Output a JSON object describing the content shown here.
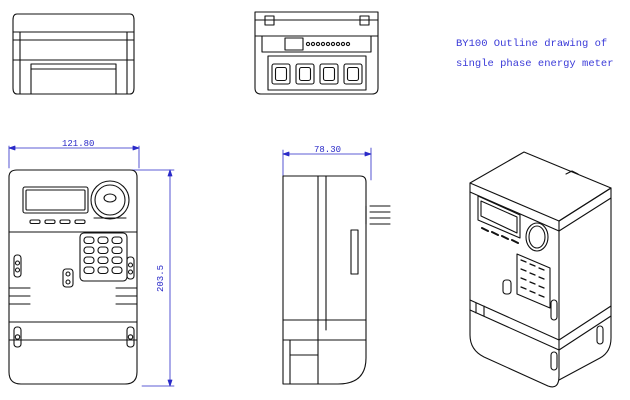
{
  "caption": {
    "line1": "BY100  Outline drawing of",
    "line2": "single phase energy meter"
  },
  "dimensions": {
    "width": "121.80",
    "depth": "78.30",
    "height": "203.5"
  },
  "colors": {
    "outline": "#111111",
    "dimension": "#2a2ac8",
    "caption": "#3a3ad8"
  }
}
